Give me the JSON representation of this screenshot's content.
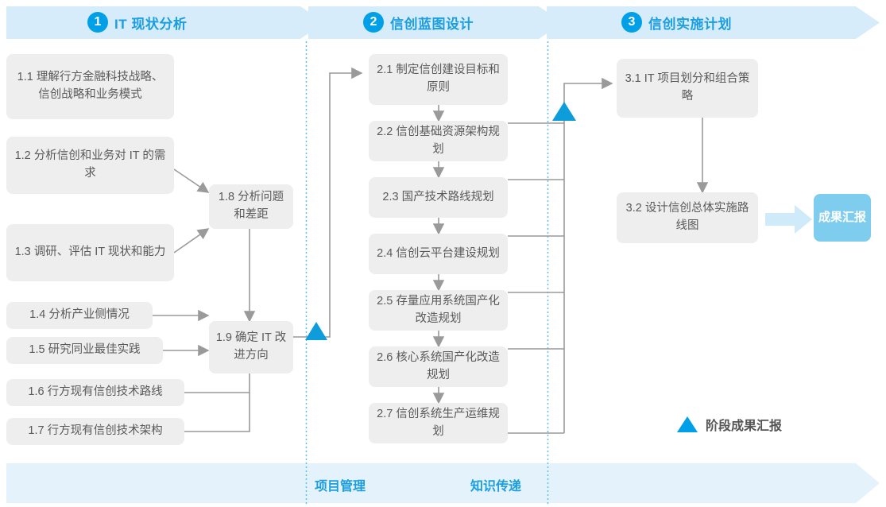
{
  "header": {
    "phases": [
      {
        "num": "1",
        "title": "IT 现状分析"
      },
      {
        "num": "2",
        "title": "信创蓝图设计"
      },
      {
        "num": "3",
        "title": "信创实施计划"
      }
    ]
  },
  "phase1": {
    "nodes": [
      {
        "id": "1.1",
        "text": "1.1 理解行方金融科技战略、信创战略和业务模式"
      },
      {
        "id": "1.2",
        "text": "1.2 分析信创和业务对 IT 的需求"
      },
      {
        "id": "1.3",
        "text": "1.3 调研、评估 IT 现状和能力"
      },
      {
        "id": "1.4",
        "text": "1.4 分析产业侧情况"
      },
      {
        "id": "1.5",
        "text": "1.5 研究同业最佳实践"
      },
      {
        "id": "1.6",
        "text": "1.6 行方现有信创技术路线"
      },
      {
        "id": "1.7",
        "text": "1.7 行方现有信创技术架构"
      },
      {
        "id": "1.8",
        "text": "1.8 分析问题和差距"
      },
      {
        "id": "1.9",
        "text": "1.9 确定 IT 改进方向"
      }
    ]
  },
  "phase2": {
    "nodes": [
      {
        "id": "2.1",
        "text": "2.1 制定信创建设目标和原则"
      },
      {
        "id": "2.2",
        "text": "2.2 信创基础资源架构规划"
      },
      {
        "id": "2.3",
        "text": "2.3 国产技术路线规划"
      },
      {
        "id": "2.4",
        "text": "2.4 信创云平台建设规划"
      },
      {
        "id": "2.5",
        "text": "2.5 存量应用系统国产化改造规划"
      },
      {
        "id": "2.6",
        "text": "2.6 核心系统国产化改造规划"
      },
      {
        "id": "2.7",
        "text": "2.7 信创系统生产运维规划"
      }
    ]
  },
  "phase3": {
    "nodes": [
      {
        "id": "3.1",
        "text": "3.1 IT 项目划分和组合策略"
      },
      {
        "id": "3.2",
        "text": "3.2 设计信创总体实施路线图"
      }
    ],
    "result_badge": "成果汇报"
  },
  "legend": {
    "marker": "triangle-marker-icon",
    "label": "阶段成果汇报"
  },
  "footer": {
    "items": [
      "项目管理",
      "知识传递"
    ]
  },
  "colors": {
    "accent": "#00a0e9",
    "header_band": "#daeefb",
    "footer_band": "#e4f3fb",
    "node_bg": "#eeeeee",
    "node_text": "#5a5a5a",
    "badge_bg": "#7fcdee",
    "connector": "#9a9a9a",
    "divider": "#5ec0ea"
  }
}
